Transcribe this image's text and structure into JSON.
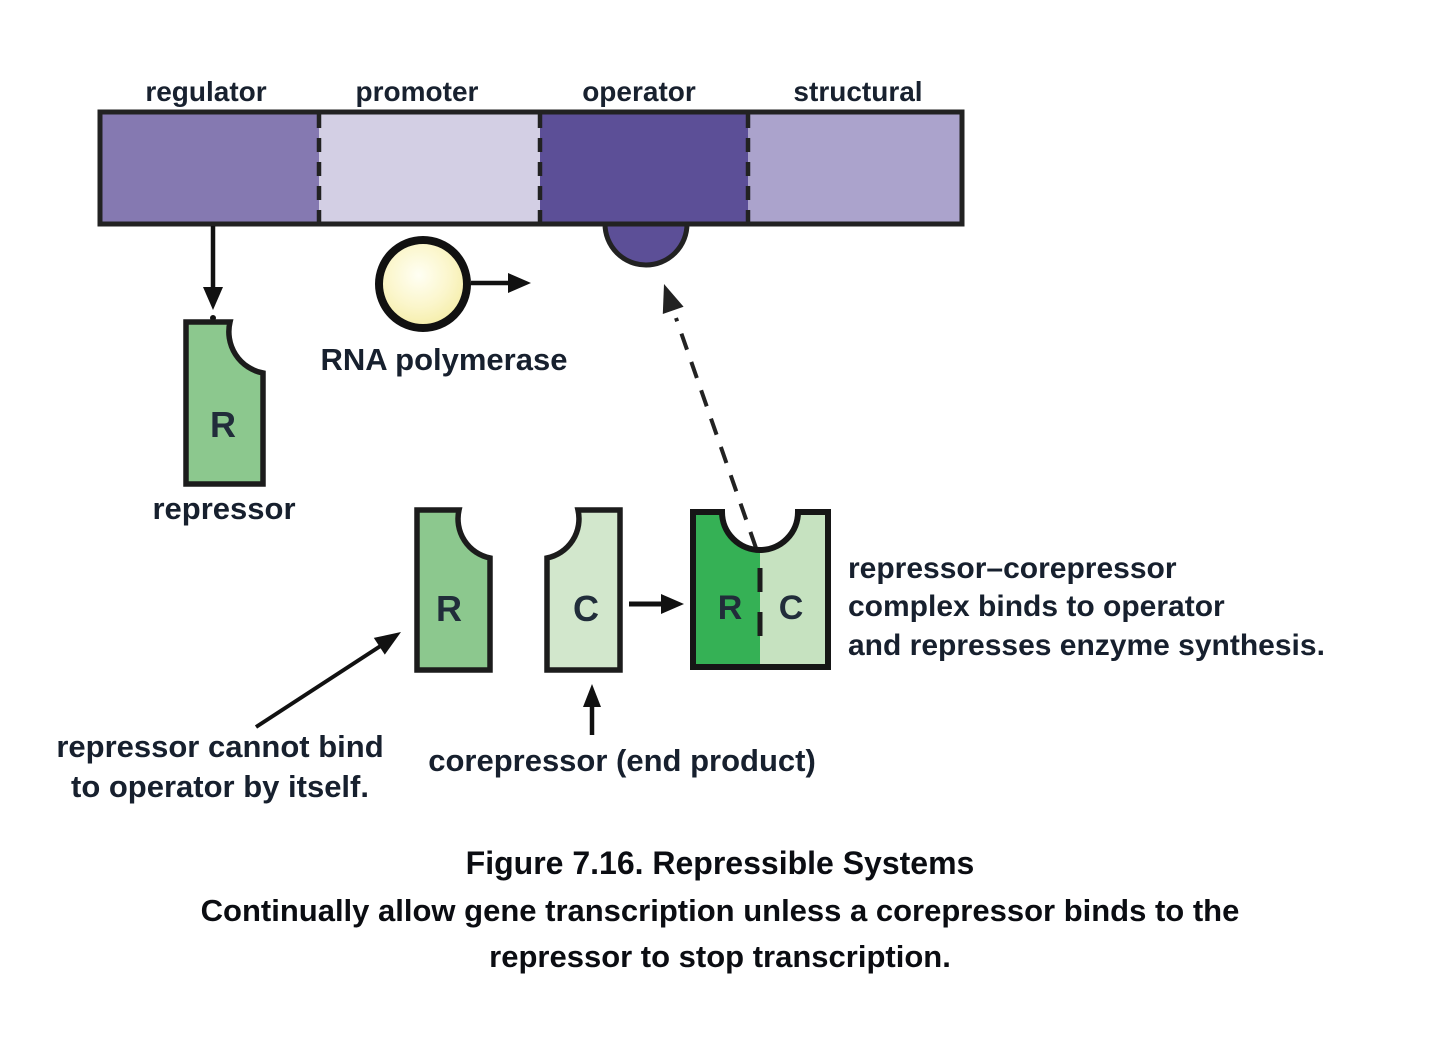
{
  "figure": {
    "gene_bar": {
      "segments": [
        {
          "label": "regulator",
          "color": "#8579b1"
        },
        {
          "label": "promoter",
          "color": "#d3cfe4"
        },
        {
          "label": "operator",
          "color": "#5c4f97"
        },
        {
          "label": "structural",
          "color": "#aba3cc"
        }
      ]
    },
    "rna_polymerase": {
      "label": "RNA polymerase"
    },
    "repressor": {
      "letter": "R",
      "label": "repressor",
      "color": "#8cc88e"
    },
    "left_note": {
      "line1": "repressor cannot bind",
      "line2": "to operator by itself."
    },
    "corepressor": {
      "letter": "C",
      "label": "corepressor (end product)",
      "color": "#d2e7cc"
    },
    "complex": {
      "r_letter": "R",
      "c_letter": "C",
      "r_color": "#35b155",
      "c_color": "#c6e2c0",
      "note_line1": "repressor–corepressor",
      "note_line2": "complex binds to operator",
      "note_line3": "and represses enzyme synthesis."
    },
    "caption": {
      "title": "Figure 7.16.  Repressible Systems",
      "line1": "Continually allow gene transcription unless a corepressor binds to the",
      "line2": "repressor to stop transcription."
    },
    "colors": {
      "outline": "#1c1c1c",
      "polymerase_edge": "#f6efad",
      "polymerase_center": "#fffff4"
    }
  }
}
